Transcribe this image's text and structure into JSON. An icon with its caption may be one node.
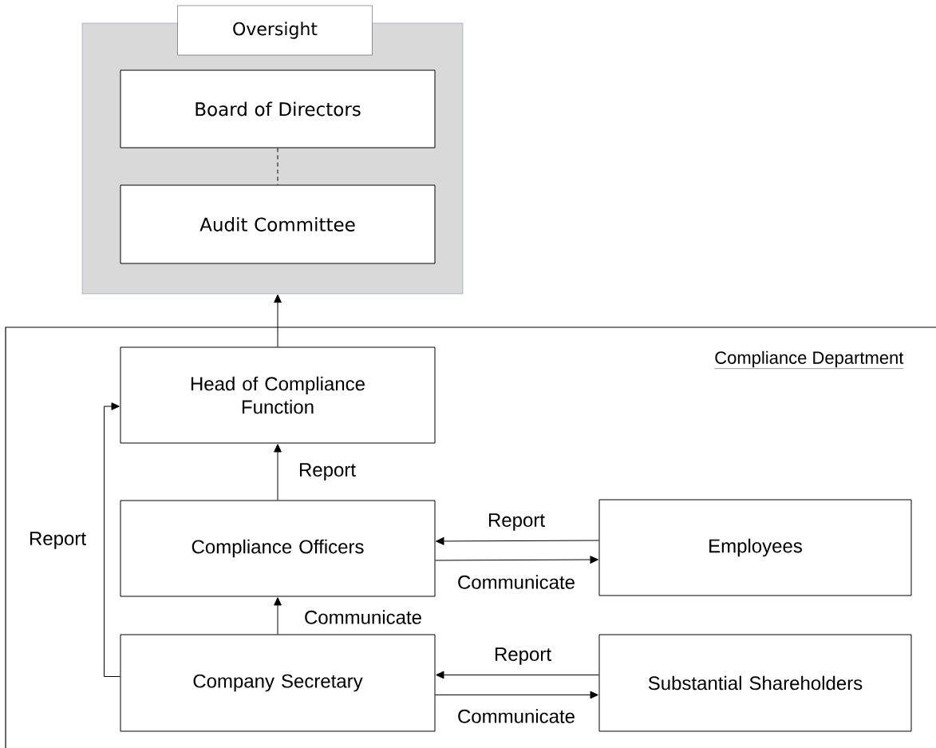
{
  "diagram": {
    "nodes": [
      {
        "text": [
          "Oversight"
        ]
      },
      {
        "text": [
          "Board of Directors"
        ],
        "in": 0
      },
      {
        "text": [
          "Audit Committee"
        ],
        "in": 0
      },
      {
        "text": [
          "Compliance Department"
        ]
      },
      {
        "text": [
          "Head of Compliance Function"
        ],
        "in": 3
      },
      {
        "text": [
          "Compliance Officers"
        ],
        "in": 3
      },
      {
        "text": [
          "Employees"
        ],
        "in": 3
      },
      {
        "text": [
          "Company Secretary"
        ],
        "in": 3
      },
      {
        "text": [
          "Substantial Shareholders"
        ],
        "in": 3
      }
    ],
    "edges": [
      {
        "from": 1,
        "to": 2,
        "arrow": "none",
        "style": "dashed"
      },
      {
        "from": 4,
        "to": 0,
        "arrow": "to"
      },
      {
        "from": 5,
        "to": 4,
        "arrow": "to",
        "label": "Report"
      },
      {
        "from": 6,
        "to": 5,
        "arrow": "to",
        "label": "Report"
      },
      {
        "from": 5,
        "to": 6,
        "arrow": "to",
        "label": "Communicate"
      },
      {
        "from": 7,
        "to": 5,
        "arrow": "to",
        "label": "Communicate"
      },
      {
        "from": 8,
        "to": 7,
        "arrow": "to",
        "label": "Report"
      },
      {
        "from": 7,
        "to": 8,
        "arrow": "to",
        "label": "Communicate"
      },
      {
        "from": 7,
        "to": 4,
        "arrow": "to",
        "label": "Report"
      }
    ]
  }
}
